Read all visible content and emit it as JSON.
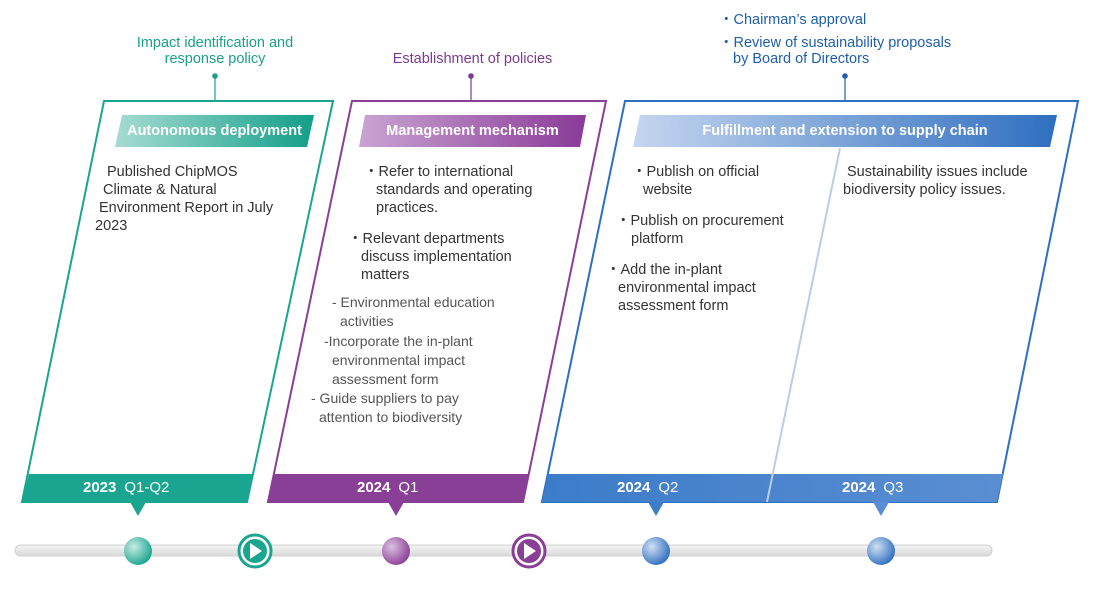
{
  "annotations": {
    "teal_line1": "Impact identification and",
    "teal_line2": "response policy",
    "purple": "Establishment of policies",
    "blue_line1": "・Chairman’s approval",
    "blue_line2": "・Review of sustainability proposals",
    "blue_line3": "by Board of Directors"
  },
  "panel1": {
    "banner": "Autonomous deployment",
    "lines": [
      "Published  ChipMOS",
      "Climate & Natural",
      "Environment Report in July",
      "2023"
    ],
    "year": "2023",
    "period": "Q1-Q2",
    "color": "#1aa591"
  },
  "panel2": {
    "banner": "Management mechanism",
    "bullet1": [
      "・Refer to international",
      "standards and operating",
      "practices."
    ],
    "bullet2": [
      "・Relevant departments",
      "discuss implementation",
      "matters"
    ],
    "subs": [
      "- Environmental education",
      "activities",
      "-Incorporate the in-plant",
      "environmental impact",
      "assessment form",
      "- Guide suppliers to pay",
      "attention to biodiversity"
    ],
    "year": "2024",
    "period": "Q1",
    "color": "#8a3f96"
  },
  "panel3": {
    "banner": "Fulfillment and extension to supply chain",
    "left_bullets": [
      [
        "・Publish on official",
        "website"
      ],
      [
        "・Publish on procurement",
        "platform"
      ],
      [
        "・Add the in-plant",
        "environmental impact",
        "assessment form"
      ]
    ],
    "right_lines": [
      "Sustainability issues include",
      "biodiversity policy issues."
    ],
    "year_left": "2024",
    "period_left": "Q2",
    "year_right": "2024",
    "period_right": "Q3",
    "color": "#3d7cc7"
  },
  "timeline": {
    "dots": [
      "node-2023-q1q2",
      "play-1",
      "node-2024-q1",
      "play-2",
      "node-2024-q2",
      "node-2024-q3"
    ]
  }
}
